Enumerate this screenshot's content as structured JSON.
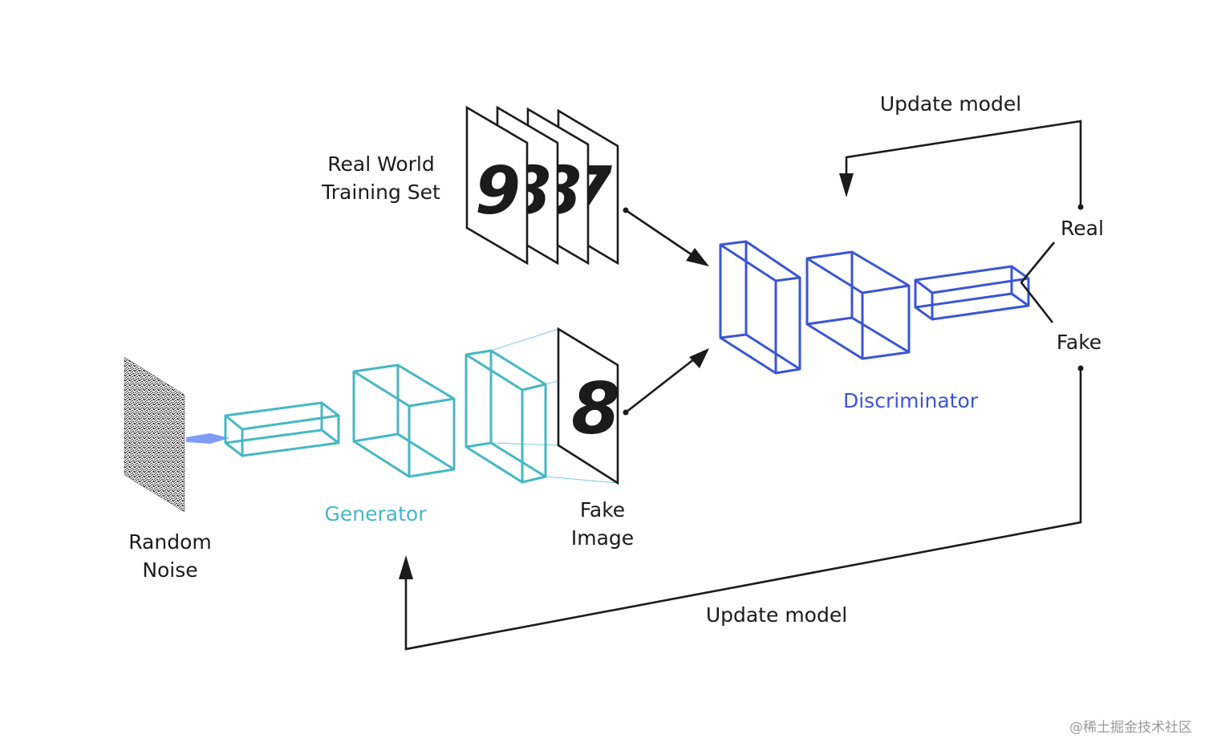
{
  "labels": {
    "real_world_line1": "Real World",
    "real_world_line2": "Training Set",
    "random_noise_line1": "Random",
    "random_noise_line2": "Noise",
    "generator": "Generator",
    "fake_image_line1": "Fake",
    "fake_image_line2": "Image",
    "discriminator": "Discriminator",
    "real": "Real",
    "fake": "Fake",
    "update_model_top": "Update model",
    "update_model_bottom": "Update model"
  },
  "training_digits": [
    "9",
    "8",
    "8",
    "7"
  ],
  "fake_digit": "8",
  "watermark": "@稀土掘金技术社区",
  "colors": {
    "generator": "#46b8c3",
    "discriminator": "#3a56d4",
    "ink": "#1b1b1b",
    "noise_arrow": "#7f9cf5"
  }
}
